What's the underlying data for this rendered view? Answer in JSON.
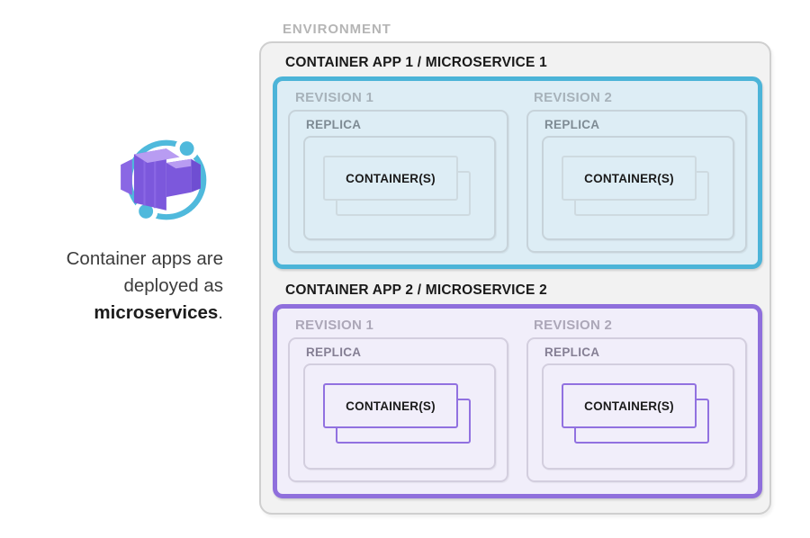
{
  "figure": {
    "icon_name": "container-apps-icon",
    "caption": {
      "line1": "Container apps are",
      "line2": "deployed as",
      "emphasis": "microservices",
      "suffix": "."
    }
  },
  "environment": {
    "label": "ENVIRONMENT",
    "apps": [
      {
        "title": "CONTAINER APP 1 / MICROSERVICE 1",
        "theme": "teal",
        "accent_color": "#4CB4D8",
        "fill_color": "#DDEDF5",
        "container_border_color": "#CEDAE0",
        "revisions": [
          {
            "label": "REVISION 1",
            "replica": {
              "label": "REPLICA",
              "containers": {
                "label": "CONTAINER(S)"
              }
            }
          },
          {
            "label": "REVISION 2",
            "replica": {
              "label": "REPLICA",
              "containers": {
                "label": "CONTAINER(S)"
              }
            }
          }
        ]
      },
      {
        "title": "CONTAINER APP 2 / MICROSERVICE 2",
        "theme": "purple",
        "accent_color": "#8F6FDC",
        "fill_color": "#F1EEFA",
        "container_border_color": "#9171E0",
        "revisions": [
          {
            "label": "REVISION 1",
            "replica": {
              "label": "REPLICA",
              "containers": {
                "label": "CONTAINER(S)"
              }
            }
          },
          {
            "label": "REVISION 2",
            "replica": {
              "label": "REPLICA",
              "containers": {
                "label": "CONTAINER(S)"
              }
            }
          }
        ]
      }
    ]
  },
  "colors": {
    "env_fill": "#F2F2F2",
    "env_border": "#CFCFCF",
    "env_label": "#B5B5B5",
    "title_text": "#1A1A1A",
    "teal_accent": "#4CB4D8",
    "teal_fill": "#DDEDF5",
    "teal_gray_border": "#C7D3DA",
    "teal_container_border": "#CEDAE0",
    "teal_revision_label": "#A7B2BA",
    "teal_replica_label": "#7E8B94",
    "purple_accent": "#8F6FDC",
    "purple_fill": "#F1EEFA",
    "purple_gray_border": "#D3CEDE",
    "purple_container_border": "#9171E0",
    "purple_revision_label": "#ACA7B8",
    "purple_replica_label": "#857F94",
    "caption_text": "#3C3C3C",
    "icon_teal": "#4FB9DC",
    "icon_purple_dark": "#6F4ED2",
    "icon_purple_mid": "#7C58DC",
    "icon_purple_cap": "#8A67E4",
    "icon_purple_light": "#B89CF2"
  }
}
